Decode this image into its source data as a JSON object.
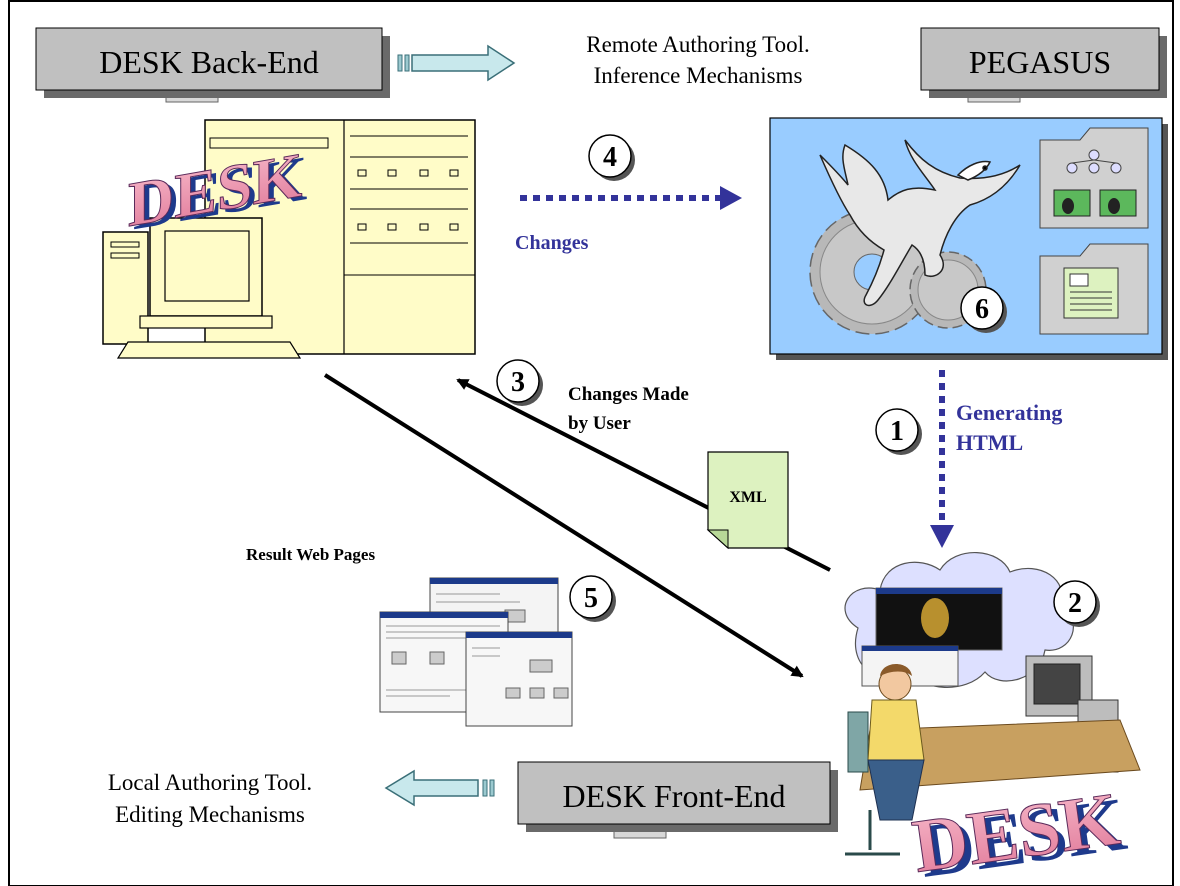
{
  "boxes": {
    "desk_back_end": "DESK Back-End",
    "pegasus": "PEGASUS",
    "desk_front_end": "DESK Front-End"
  },
  "notes": {
    "remote_line1": "Remote Authoring Tool.",
    "remote_line2": "Inference Mechanisms",
    "local_line1": "Local Authoring Tool.",
    "local_line2": "Editing Mechanisms"
  },
  "flows": {
    "changes": "Changes",
    "changes_made_line1": "Changes Made",
    "changes_made_line2": "by User",
    "generating_line1": "Generating",
    "generating_line2": "HTML",
    "xml_doc": "XML",
    "result_web_pages": "Result Web Pages"
  },
  "steps": {
    "s1": "1",
    "s2": "2",
    "s3": "3",
    "s4": "4",
    "s5": "5",
    "s6": "6"
  },
  "logos": {
    "desk_top": "DESK",
    "desk_bottom": "DESK"
  },
  "colors": {
    "box_gray": "#c0c0c0",
    "arrow_navy": "#33339a",
    "panel_blue": "#99ccff",
    "computer_cream": "#fffcc8",
    "xml_green": "#ddf2c0",
    "arrow_teal": "#c8e8ec"
  }
}
